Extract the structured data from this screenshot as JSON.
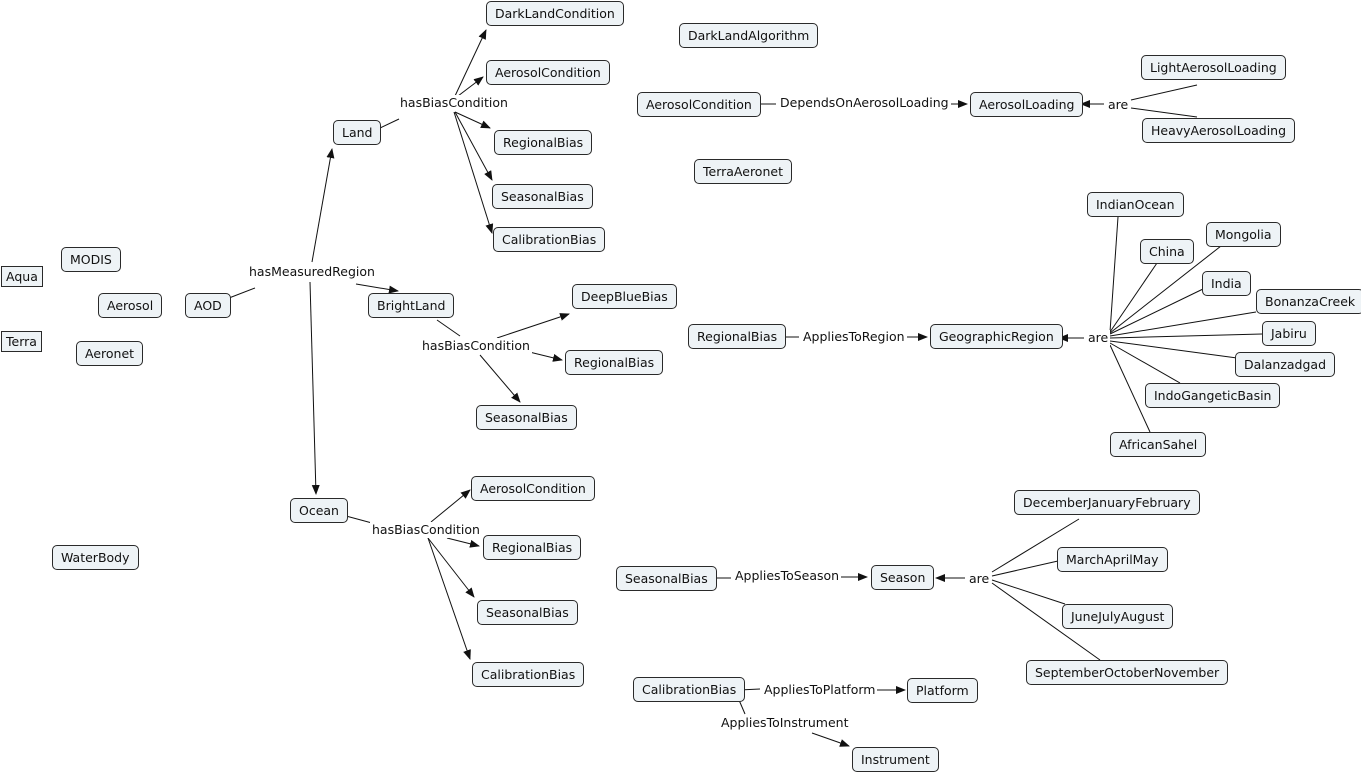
{
  "nodes": {
    "aqua": "Aqua",
    "terra": "Terra",
    "modis": "MODIS",
    "aerosol": "Aerosol",
    "aeronet": "Aeronet",
    "aod": "AOD",
    "waterbody": "WaterBody",
    "land": "Land",
    "brightland": "BrightLand",
    "ocean": "Ocean",
    "land_darklandcondition": "DarkLandCondition",
    "land_aerosolcondition": "AerosolCondition",
    "land_regionalbias": "RegionalBias",
    "land_seasonalbias": "SeasonalBias",
    "land_calibrationbias": "CalibrationBias",
    "bl_deepbluebias": "DeepBlueBias",
    "bl_regionalbias": "RegionalBias",
    "bl_seasonalbias": "SeasonalBias",
    "oc_aerosolcondition": "AerosolCondition",
    "oc_regionalbias": "RegionalBias",
    "oc_seasonalbias": "SeasonalBias",
    "oc_calibrationbias": "CalibrationBias",
    "darklandalgorithm": "DarkLandAlgorithm",
    "r_aerosolcondition": "AerosolCondition",
    "aerosolloading": "AerosolLoading",
    "lightaerosolloading": "LightAerosolLoading",
    "heavyaerosolloading": "HeavyAerosolLoading",
    "terraaeronet": "TerraAeronet",
    "r_regionalbias": "RegionalBias",
    "geographicregion": "GeographicRegion",
    "indianocean": "IndianOcean",
    "china": "China",
    "mongolia": "Mongolia",
    "india": "India",
    "bonanzacreek": "BonanzaCreek",
    "jabiru": "Jabiru",
    "dalanzadgad": "Dalanzadgad",
    "indogangeticbasin": "IndoGangeticBasin",
    "africansahel": "AfricanSahel",
    "r_seasonalbias": "SeasonalBias",
    "season": "Season",
    "djf": "DecemberJanuaryFebruary",
    "mam": "MarchAprilMay",
    "jja": "JuneJulyAugust",
    "son": "SeptemberOctoberNovember",
    "r_calibrationbias": "CalibrationBias",
    "platform": "Platform",
    "instrument": "Instrument"
  },
  "labels": {
    "has_measured_region": "hasMeasuredRegion",
    "land_has_bias_condition": "hasBiasCondition",
    "brightland_has_bias_condition": "hasBiasCondition",
    "ocean_has_bias_condition": "hasBiasCondition",
    "depends_on_aerosol_loading": "DependsOnAerosolLoading",
    "loading_are": "are",
    "applies_to_region": "AppliesToRegion",
    "region_are": "are",
    "applies_to_season": "AppliesToSeason",
    "season_are": "are",
    "applies_to_platform": "AppliesToPlatform",
    "applies_to_instrument": "AppliesToInstrument"
  }
}
